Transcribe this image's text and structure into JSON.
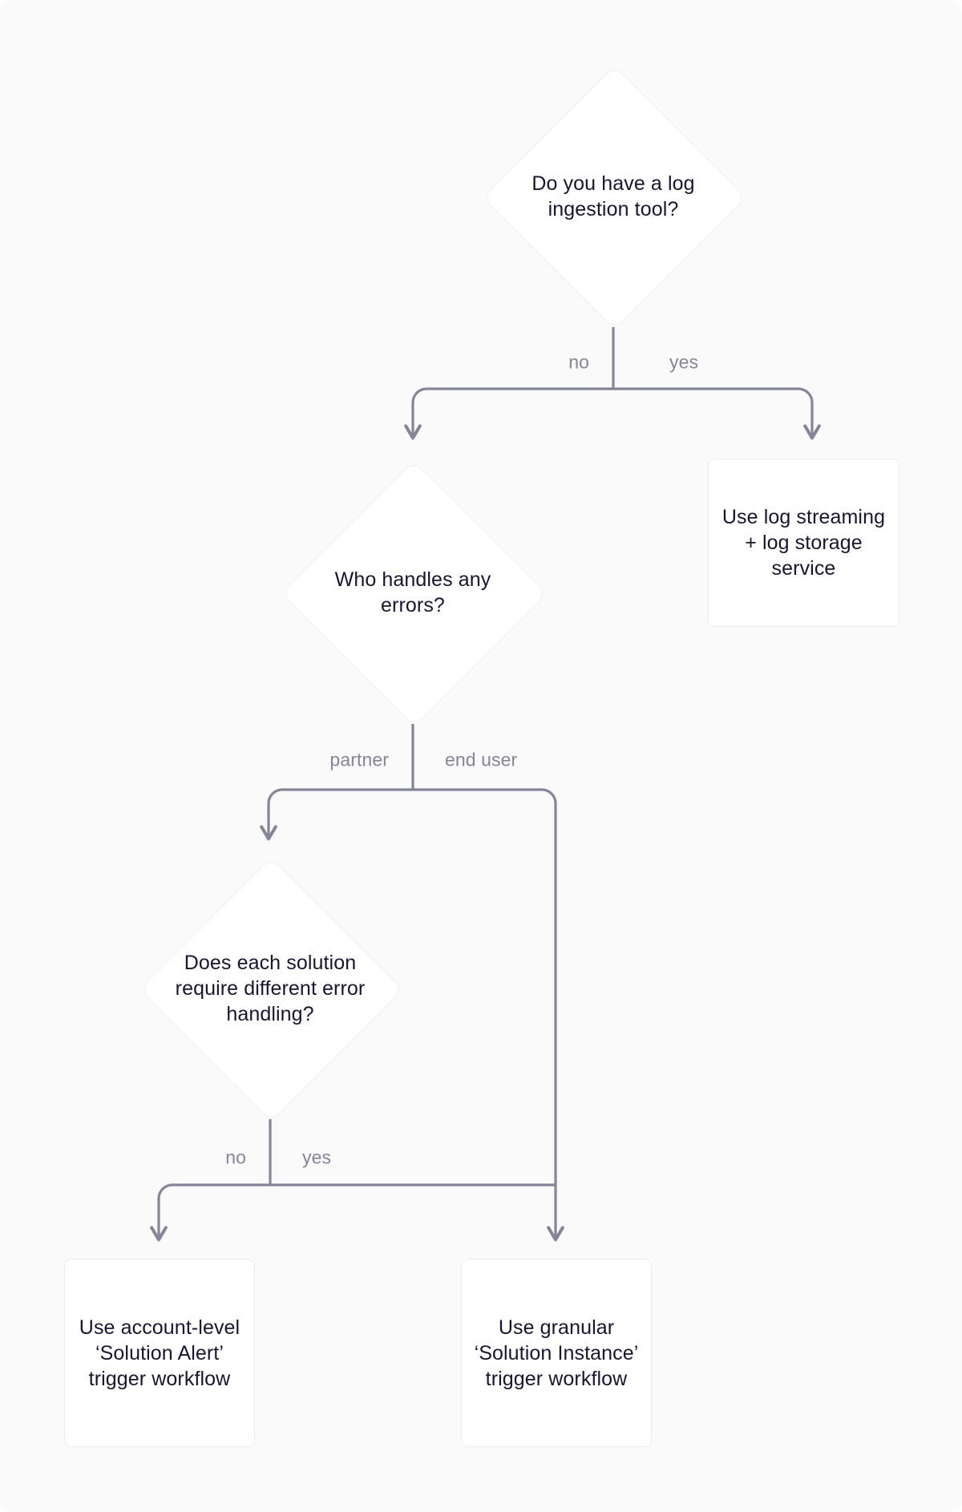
{
  "diagram": {
    "title": "Log ingestion and error handling decision flowchart",
    "background_color": "#fafafa",
    "node_fill_color": "#ffffff",
    "node_border_color": "#ececec",
    "node_text_color": "#161632",
    "edge_color": "#85859a",
    "edge_label_color": "#85859a"
  },
  "nodes": {
    "q_log_ingestion": {
      "text": "Do you have a log ingestion tool?",
      "shape": "diamond"
    },
    "r_log_streaming": {
      "text": "Use log streaming + log storage service",
      "shape": "box"
    },
    "q_who_handles_errors": {
      "text": "Who handles any errors?",
      "shape": "diamond"
    },
    "q_different_error_handling": {
      "text": "Does each solution require different error handling?",
      "shape": "diamond"
    },
    "r_account_level_alert": {
      "text": "Use account-level ‘Solution Alert’ trigger workflow",
      "shape": "box"
    },
    "r_granular_instance": {
      "text": "Use granular ‘Solution Instance’ trigger workflow",
      "shape": "box"
    }
  },
  "edge_labels": {
    "log_no": "no",
    "log_yes": "yes",
    "errors_partner": "partner",
    "errors_end_user": "end user",
    "handling_no": "no",
    "handling_yes": "yes"
  },
  "chart_data": {
    "type": "flowchart",
    "nodes": [
      {
        "id": "q_log_ingestion",
        "label": "Do you have a log ingestion tool?",
        "shape": "diamond"
      },
      {
        "id": "r_log_streaming",
        "label": "Use log streaming + log storage service",
        "shape": "box"
      },
      {
        "id": "q_who_handles_errors",
        "label": "Who handles any errors?",
        "shape": "diamond"
      },
      {
        "id": "q_different_error_handling",
        "label": "Does each solution require different error handling?",
        "shape": "diamond"
      },
      {
        "id": "r_account_level_alert",
        "label": "Use account-level ‘Solution Alert’ trigger workflow",
        "shape": "box"
      },
      {
        "id": "r_granular_instance",
        "label": "Use granular ‘Solution Instance’ trigger workflow",
        "shape": "box"
      }
    ],
    "edges": [
      {
        "from": "q_log_ingestion",
        "to": "q_who_handles_errors",
        "label": "no"
      },
      {
        "from": "q_log_ingestion",
        "to": "r_log_streaming",
        "label": "yes"
      },
      {
        "from": "q_who_handles_errors",
        "to": "q_different_error_handling",
        "label": "partner"
      },
      {
        "from": "q_who_handles_errors",
        "to": "r_granular_instance",
        "label": "end user"
      },
      {
        "from": "q_different_error_handling",
        "to": "r_account_level_alert",
        "label": "no"
      },
      {
        "from": "q_different_error_handling",
        "to": "r_granular_instance",
        "label": "yes"
      }
    ]
  }
}
